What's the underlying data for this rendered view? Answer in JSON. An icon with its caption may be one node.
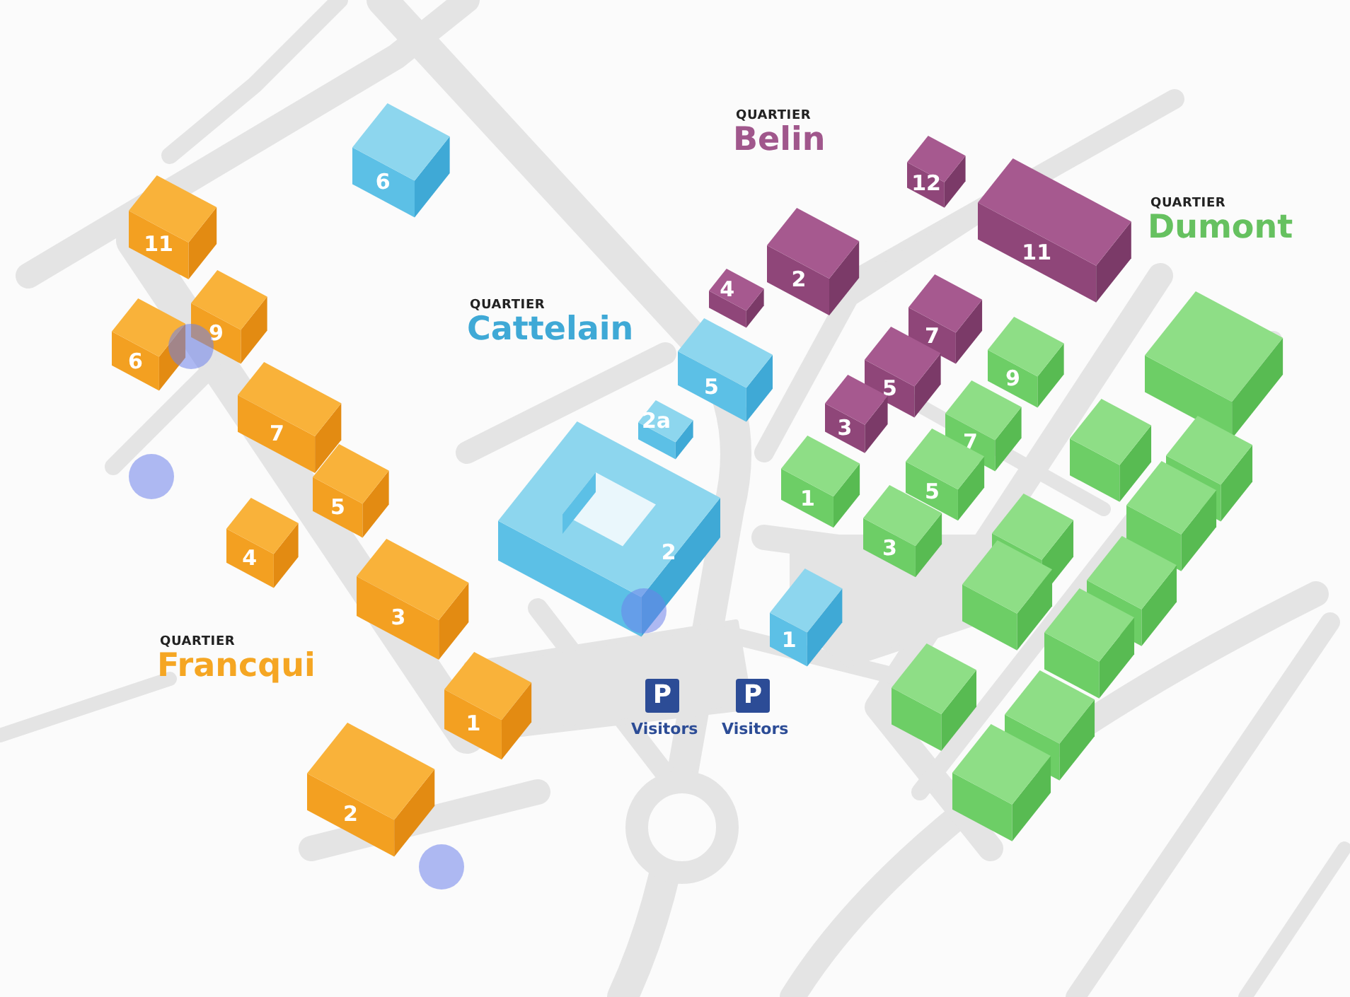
{
  "diagram": {
    "nodes": [
      {
        "text": [
          "11"
        ]
      },
      {
        "text": [
          "9"
        ]
      },
      {
        "text": [
          "6"
        ]
      },
      {
        "text": [
          "7"
        ]
      },
      {
        "text": [
          "5"
        ]
      },
      {
        "text": [
          "4"
        ]
      },
      {
        "text": [
          "3"
        ]
      },
      {
        "text": [
          "1"
        ]
      },
      {
        "text": [
          "2"
        ]
      },
      {
        "text": [
          "6"
        ]
      },
      {
        "text": [
          "2a"
        ]
      },
      {
        "text": [
          "2"
        ]
      },
      {
        "text": [
          "1"
        ]
      },
      {
        "text": [
          "5"
        ]
      },
      {
        "text": [
          "12"
        ]
      },
      {
        "text": [
          "11"
        ]
      },
      {
        "text": [
          "2"
        ]
      },
      {
        "text": [
          "4"
        ]
      },
      {
        "text": [
          "7"
        ]
      },
      {
        "text": [
          "5"
        ]
      },
      {
        "text": [
          "3"
        ]
      },
      {
        "text": [
          "9"
        ]
      },
      {
        "text": [
          "7"
        ]
      },
      {
        "text": [
          "5"
        ]
      },
      {
        "text": [
          "1"
        ]
      },
      {
        "text": [
          "3"
        ]
      },
      {
        "text": [],
        "shape": "box"
      },
      {
        "text": [],
        "shape": "box"
      },
      {
        "text": [],
        "shape": "box"
      },
      {
        "text": [],
        "shape": "box"
      },
      {
        "text": [],
        "shape": "box"
      },
      {
        "text": [],
        "shape": "box"
      },
      {
        "text": [],
        "shape": "box"
      },
      {
        "text": [],
        "shape": "box"
      },
      {
        "text": [],
        "shape": "box"
      },
      {
        "text": [],
        "shape": "box"
      },
      {
        "text": [],
        "shape": "box"
      }
    ],
    "labels": [
      "QUARTIER",
      "Belin",
      "QUARTIER",
      "Dumont",
      "QUARTIER",
      "Cattelain",
      "QUARTIER",
      "Francqui",
      "P",
      "Visitors",
      "P",
      "Visitors"
    ]
  }
}
